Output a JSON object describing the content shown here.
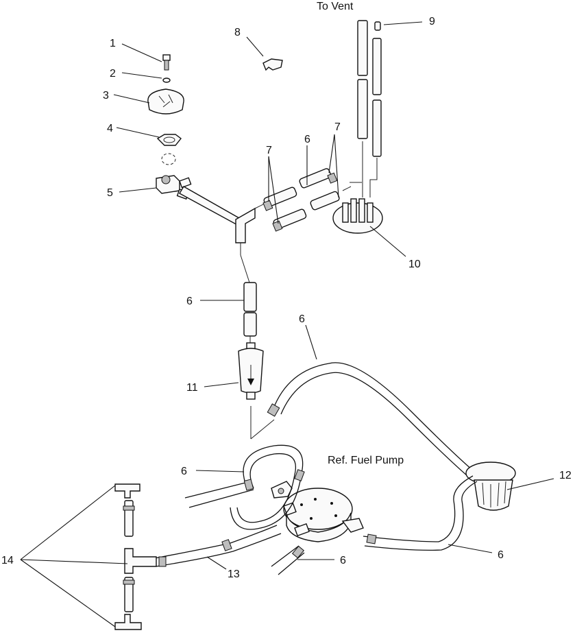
{
  "diagram": {
    "annotations": {
      "to_vent": "To Vent",
      "ref_fuel_pump": "Ref. Fuel Pump"
    },
    "callouts": {
      "c1": "1",
      "c2": "2",
      "c3": "3",
      "c4": "4",
      "c5": "5",
      "c6_hose_upper": "6",
      "c6_left_mid": "6",
      "c6_curve": "6",
      "c6_lower_left": "6",
      "c6_bottom": "6",
      "c6_right": "6",
      "c7_left": "7",
      "c7_right": "7",
      "c8": "8",
      "c9": "9",
      "c10": "10",
      "c11": "11",
      "c12": "12",
      "c13": "13",
      "c14": "14"
    }
  }
}
